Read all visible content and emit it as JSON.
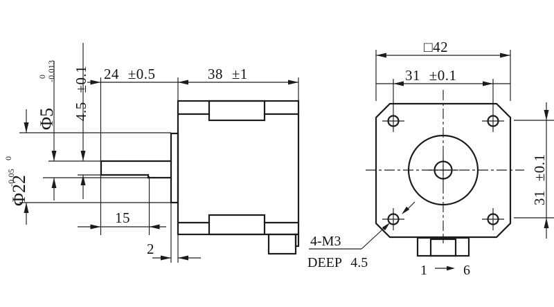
{
  "side_view": {
    "shaft_length": "24 ±0.5",
    "body_length": "38 ±1",
    "shaft_diameter": "Φ5",
    "shaft_diameter_tol_upper": "0",
    "shaft_diameter_tol_lower": "-0.013",
    "flat_height": "4.5 ±0.1",
    "boss_diameter": "Φ22",
    "boss_diameter_tol_upper": "0",
    "boss_diameter_tol_lower": "-0.05",
    "flat_length": "15",
    "boss_thickness": "2"
  },
  "front_view": {
    "face_size": "□42",
    "hole_spacing_horizontal": "31 ±0.1",
    "hole_spacing_vertical": "31 ±0.1",
    "mounting_holes_label": "4-M3",
    "hole_depth_label": "DEEP 4.5",
    "pin_first": "1",
    "pin_last": "6"
  }
}
